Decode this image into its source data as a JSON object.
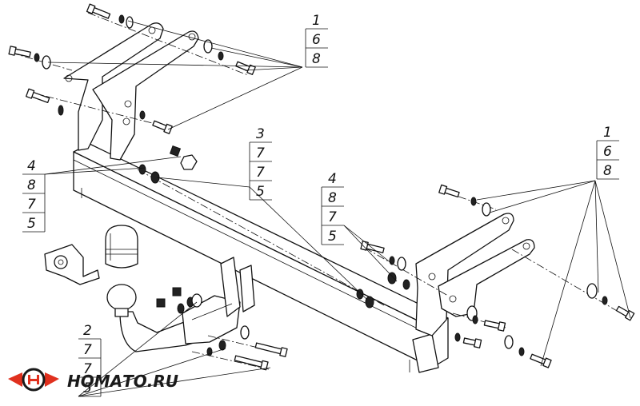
{
  "callouts": [
    {
      "id": "c1",
      "labels": [
        "1",
        "6",
        "8"
      ]
    },
    {
      "id": "c2",
      "labels": [
        "3",
        "7",
        "7",
        "5"
      ]
    },
    {
      "id": "c3",
      "labels": [
        "4",
        "8",
        "7",
        "5"
      ]
    },
    {
      "id": "c4",
      "labels": [
        "4",
        "8",
        "7",
        "5"
      ]
    },
    {
      "id": "c5",
      "labels": [
        "1",
        "6",
        "8"
      ]
    },
    {
      "id": "c6",
      "labels": [
        "2",
        "7",
        "7",
        "5"
      ]
    }
  ],
  "logo": {
    "text": "НОМАТО.RU",
    "accent_color": "#e0301e"
  }
}
